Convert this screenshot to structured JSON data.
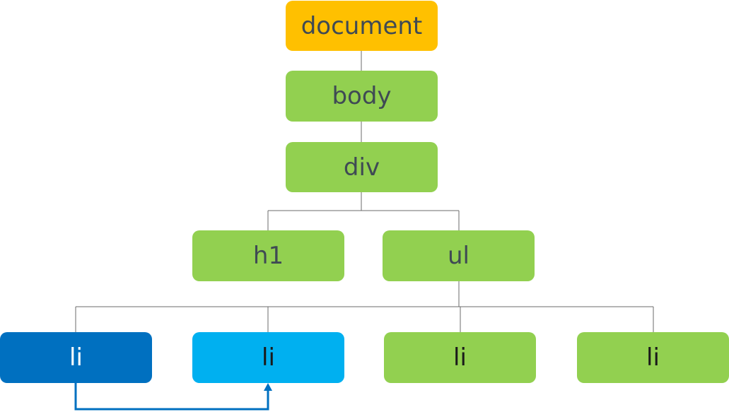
{
  "nodes": {
    "document": "document",
    "body": "body",
    "div": "div",
    "h1": "h1",
    "ul": "ul",
    "li": [
      "li",
      "li",
      "li",
      "li"
    ]
  },
  "colors": {
    "document": "#ffc000",
    "element": "#92d050",
    "selected_li": "#0070c0",
    "sibling_li": "#00b0f0",
    "arrow": "#0070c0",
    "connector": "#6b6b6b"
  }
}
